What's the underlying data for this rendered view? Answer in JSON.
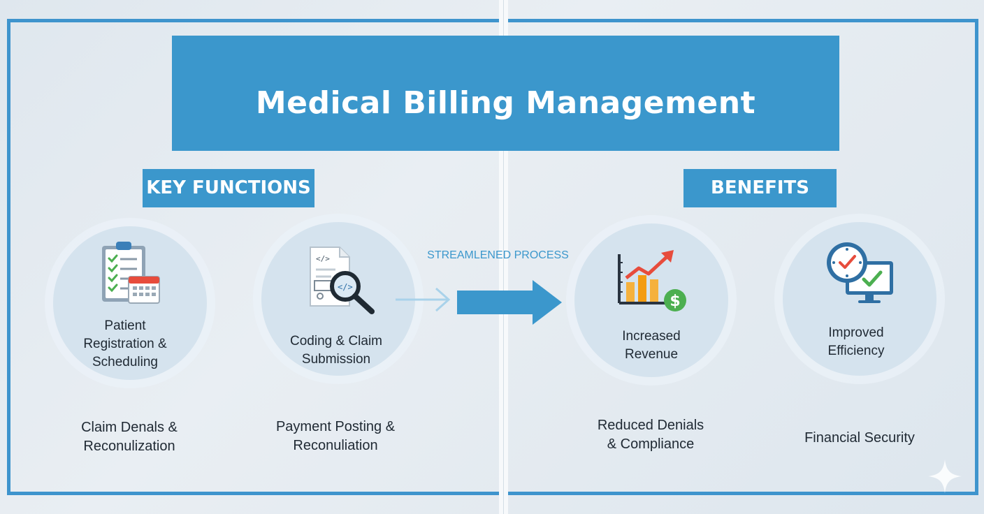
{
  "title": "Medical Billing Management",
  "sections": {
    "key_functions": "KEY FUNCTIONS",
    "benefits": "BENEFITS"
  },
  "process_label": "STREAMLENED PROCESS",
  "key_functions": [
    {
      "icon": "clipboard-calendar-icon",
      "lines": [
        "Patient",
        "Registration &",
        "Scheduling"
      ]
    },
    {
      "icon": "code-document-magnifier-icon",
      "lines": [
        "Coding & Claim",
        "Submission"
      ]
    }
  ],
  "benefits": [
    {
      "icon": "revenue-chart-icon",
      "lines": [
        "Increased",
        "Revenue"
      ]
    },
    {
      "icon": "clock-monitor-check-icon",
      "lines": [
        "Improved",
        "Efficiency"
      ]
    }
  ],
  "bottom_items": [
    {
      "lines": [
        "Claim Denals &",
        "Reconulization"
      ]
    },
    {
      "lines": [
        "Payment Posting &",
        "Reconuliation"
      ]
    },
    {
      "lines": [
        "Reduced Denials",
        "& Compliance"
      ]
    },
    {
      "lines": [
        "Financial Security"
      ]
    }
  ],
  "colors": {
    "accent": "#3b97cc",
    "frame": "#3e94cd",
    "check_green": "#4caf50",
    "chart_red": "#e74c3c",
    "chart_orange": "#f39c12"
  }
}
